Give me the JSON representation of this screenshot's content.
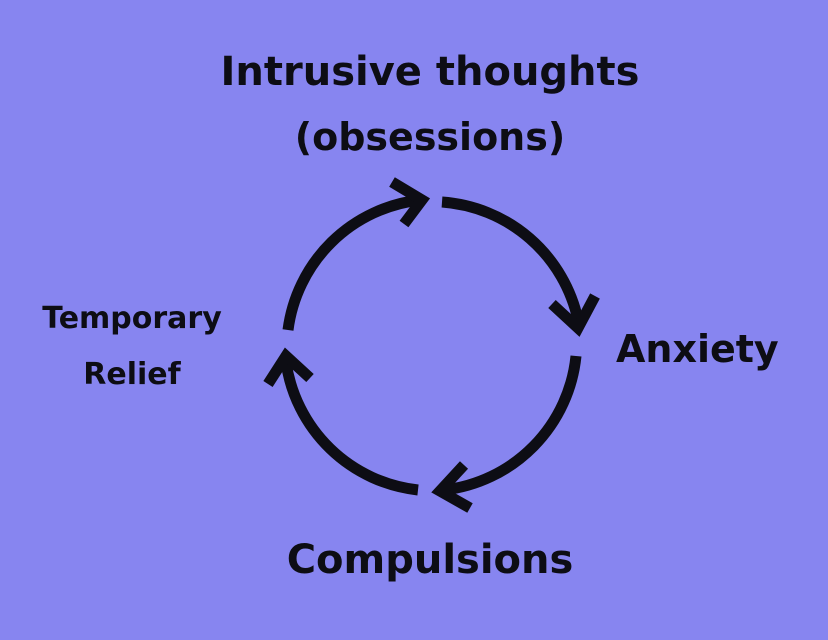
{
  "background_color": "#8785f0",
  "ink_color": "#0d0d14",
  "nodes": {
    "top_line1": "Intrusive thoughts",
    "top_line2": "(obsessions)",
    "right": "Anxiety",
    "bottom": "Compulsions",
    "left_line1": "Temporary",
    "left_line2": "Relief"
  },
  "cycle": {
    "direction": "clockwise",
    "arrow_count": 4
  }
}
